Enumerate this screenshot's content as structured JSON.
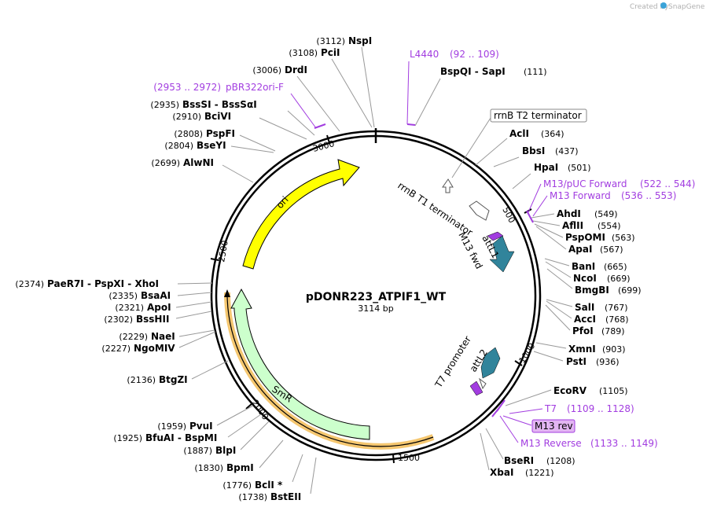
{
  "credit": {
    "prefix": "Created by",
    "brand": "SnapGene"
  },
  "plasmid": {
    "name": "pDONR223_ATPIF1_WT",
    "length": "3114 bp"
  },
  "ticks": [
    "500",
    "1000",
    "1500",
    "2000",
    "2500",
    "3000"
  ],
  "enzymes": [
    {
      "name": "NspI",
      "pos": "(3112)"
    },
    {
      "name": "PciI",
      "pos": "(3108)"
    },
    {
      "name": "DrdI",
      "pos": "(3006)"
    },
    {
      "name": "BssSI  -  BssSαI",
      "pos": "(2935)"
    },
    {
      "name": "BciVI",
      "pos": "(2910)"
    },
    {
      "name": "PspFI",
      "pos": "(2808)"
    },
    {
      "name": "BseYI",
      "pos": "(2804)"
    },
    {
      "name": "AlwNI",
      "pos": "(2699)"
    },
    {
      "name": "PaeR7I  -  PspXI  -  XhoI",
      "pos": "(2374)"
    },
    {
      "name": "BsaAI",
      "pos": "(2335)"
    },
    {
      "name": "ApoI",
      "pos": "(2321)"
    },
    {
      "name": "BssHII",
      "pos": "(2302)"
    },
    {
      "name": "NaeI",
      "pos": "(2229)"
    },
    {
      "name": "NgoMIV",
      "pos": "(2227)"
    },
    {
      "name": "BtgZI",
      "pos": "(2136)"
    },
    {
      "name": "PvuI",
      "pos": "(1959)"
    },
    {
      "name": "BfuAI  -  BspMI",
      "pos": "(1925)"
    },
    {
      "name": "BlpI",
      "pos": "(1887)"
    },
    {
      "name": "BpmI",
      "pos": "(1830)"
    },
    {
      "name": "BclI *",
      "pos": "(1776)"
    },
    {
      "name": "BstEII",
      "pos": "(1738)"
    },
    {
      "name": "BspQI  -  SapI",
      "pos": "(111)"
    },
    {
      "name": "AclI",
      "pos": "(364)"
    },
    {
      "name": "BbsI",
      "pos": "(437)"
    },
    {
      "name": "HpaI",
      "pos": "(501)"
    },
    {
      "name": "AhdI",
      "pos": "(549)"
    },
    {
      "name": "AflII",
      "pos": "(554)"
    },
    {
      "name": "PspOMI",
      "pos": "(563)"
    },
    {
      "name": "ApaI",
      "pos": "(567)"
    },
    {
      "name": "BanI",
      "pos": "(665)"
    },
    {
      "name": "NcoI",
      "pos": "(669)"
    },
    {
      "name": "BmgBI",
      "pos": "(699)"
    },
    {
      "name": "SalI",
      "pos": "(767)"
    },
    {
      "name": "AccI",
      "pos": "(768)"
    },
    {
      "name": "PfoI",
      "pos": "(789)"
    },
    {
      "name": "XmnI",
      "pos": "(903)"
    },
    {
      "name": "PstI",
      "pos": "(936)"
    },
    {
      "name": "EcoRV",
      "pos": "(1105)"
    },
    {
      "name": "BseRI",
      "pos": "(1208)"
    },
    {
      "name": "XbaI",
      "pos": "(1221)"
    }
  ],
  "primers": [
    {
      "name": "pBR322ori-F",
      "range": "(2953 .. 2972)"
    },
    {
      "name": "L4440",
      "range": "(92 .. 109)"
    },
    {
      "name": "M13/pUC Forward",
      "range": "(522 .. 544)"
    },
    {
      "name": "M13 Forward",
      "range": "(536 .. 553)"
    },
    {
      "name": "T7",
      "range": "(1109 .. 1128)"
    },
    {
      "name": "M13 rev",
      "range": ""
    },
    {
      "name": "M13 Reverse",
      "range": "(1133 .. 1149)"
    }
  ],
  "features": {
    "ori": "ori",
    "smr": "SmR",
    "rrnb_t2": "rrnB T2 terminator",
    "rrnb_t1": "rrnB T1 terminator",
    "m13fwd": "M13 fwd",
    "attl1": "attL1",
    "t7prom": "T7 promoter",
    "attl2": "attL2"
  },
  "colors": {
    "ori": "#ffff00",
    "smr": "#ccffcc",
    "att": "#31849b",
    "primer": "#a23de0",
    "orf_highlight": "#f5c770",
    "backbone": "#000000"
  }
}
